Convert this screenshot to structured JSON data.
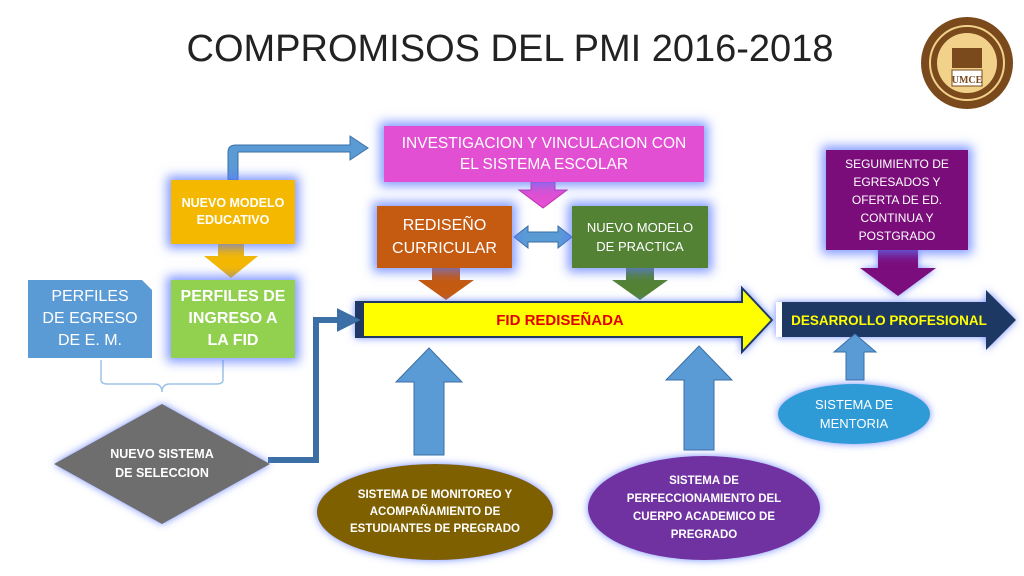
{
  "title": "COMPROMISOS DEL PMI 2016-2018",
  "logo": {
    "text": "UMCE",
    "colors": {
      "ring": "#7a4a1c",
      "inner": "#f2d28a"
    }
  },
  "nodes": {
    "investigacion": "INVESTIGACION Y VINCULACION CON EL SISTEMA ESCOLAR",
    "nuevo_modelo_educativo": "NUEVO MODELO EDUCATIVO",
    "rediseno_curricular": "REDISEÑO CURRICULAR",
    "nuevo_modelo_practica": "NUEVO MODELO DE PRACTICA",
    "seguimiento": "SEGUIMIENTO DE EGRESADOS Y OFERTA DE ED. CONTINUA Y POSTGRADO",
    "perfiles_egreso": "PERFILES DE EGRESO DE E. M.",
    "perfiles_ingreso": "PERFILES DE INGRESO A LA FID",
    "fid_redisenada": "FID REDISEÑADA",
    "desarrollo_profesional": "DESARROLLO PROFESIONAL",
    "sistema_mentoria": "SISTEMA DE MENTORIA",
    "nuevo_sistema_seleccion": "NUEVO SISTEMA DE SELECCION",
    "sistema_monitoreo": "SISTEMA DE MONITOREO Y ACOMPAÑAMIENTO DE ESTUDIANTES DE PREGRADO",
    "sistema_perfeccionamiento": "SISTEMA DE PERFECCIONAMIENTO DEL CUERPO ACADEMICO DE PREGRADO"
  },
  "colors": {
    "magenta": "#e24fd2",
    "yellow_orange": "#f5b800",
    "orange_brown": "#c55a11",
    "green": "#548235",
    "purple": "#7b0d7b",
    "blue": "#5b9bd5",
    "light_green": "#92d050",
    "arrow_yellow": "#ffff00",
    "navy": "#1f3864",
    "teal": "#2e9bd6",
    "gray": "#6e6e6e",
    "olive": "#7f6000",
    "violet": "#7030a0"
  }
}
